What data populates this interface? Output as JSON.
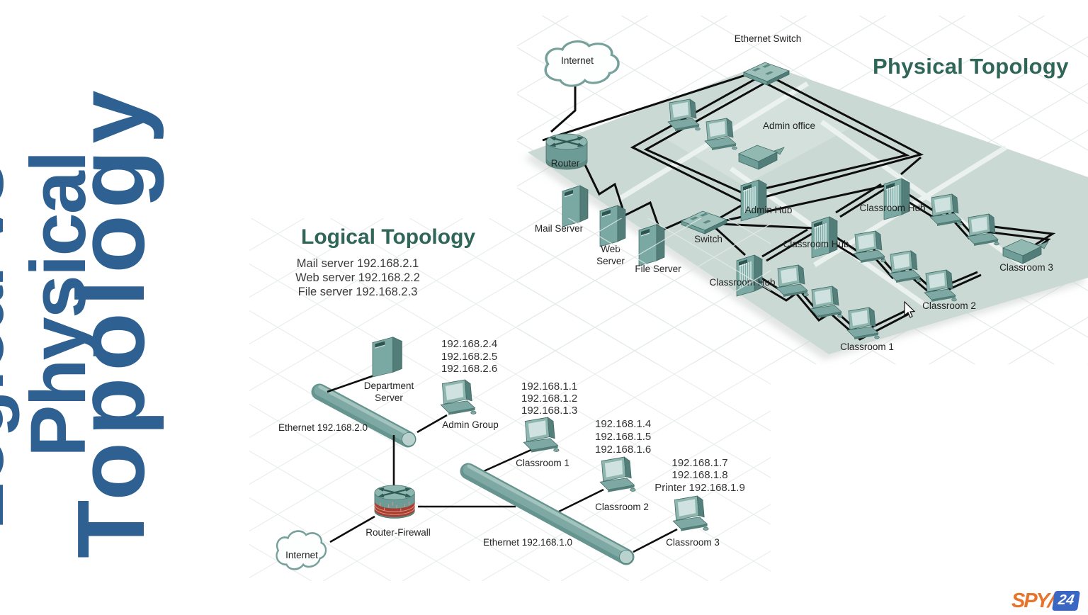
{
  "sidebar_title": {
    "line1": "Logical vs",
    "line2": "Physical",
    "line3": "Topology"
  },
  "physical": {
    "title": "Physical Topology",
    "ethernet_switch": "Ethernet Switch",
    "internet": "Internet",
    "router": "Router",
    "admin_office": "Admin office",
    "admin_hub": "Admin Hub",
    "mail_server": "Mail Server",
    "web": "Web",
    "server": "Server",
    "file_server": "File Server",
    "switch": "Switch",
    "classroom_hub": "Classroom Hub",
    "classroom_1": "Classroom 1",
    "classroom_2": "Classroom 2",
    "classroom_3": "Classroom 3"
  },
  "logical": {
    "title": "Logical Topology",
    "server_ips": [
      "Mail server 192.168.2.1",
      "Web server 192.168.2.2",
      "File server 192.168.2.3"
    ],
    "department": "Department",
    "server": "Server",
    "admin_group": "Admin Group",
    "classroom_1": "Classroom 1",
    "classroom_2": "Classroom 2",
    "classroom_3": "Classroom 3",
    "router_firewall": "Router-Firewall",
    "internet": "Internet",
    "ethernet_a": "Ethernet 192.168.2.0",
    "ethernet_b": "Ethernet 192.168.1.0",
    "dept_ips": [
      "192.168.2.4",
      "192.168.2.5",
      "192.168.2.6"
    ],
    "admin_ips": [
      "192.168.1.1",
      "192.168.1.2",
      "192.168.1.3"
    ],
    "c1_ips": [
      "192.168.1.4",
      "192.168.1.5",
      "192.168.1.6"
    ],
    "c2_ips": [
      "192.168.1.7",
      "192.168.1.8",
      "Printer 192.168.1.9"
    ]
  },
  "logo": {
    "spy": "SPY",
    "slash": "/",
    "num": "24"
  },
  "colors": {
    "title_blue": "#2e6191",
    "title_green": "#2f6657",
    "logo_orange": "#e8732a",
    "logo_blue": "#3a67c4"
  }
}
